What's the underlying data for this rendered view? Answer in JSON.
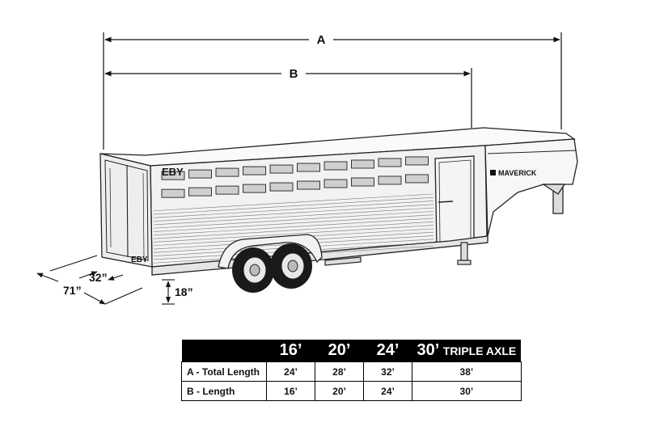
{
  "dimensions": {
    "a_label": "A",
    "b_label": "B",
    "depth_label": "32”",
    "width_label": "71”",
    "height_label": "18”"
  },
  "trailer": {
    "brand_logo": "EBY",
    "model_logo": "MAVERICK"
  },
  "table": {
    "corner": "",
    "columns": [
      {
        "size": "16’",
        "suffix": ""
      },
      {
        "size": "20’",
        "suffix": ""
      },
      {
        "size": "24’",
        "suffix": ""
      },
      {
        "size": "30’",
        "suffix": "TRIPLE AXLE"
      }
    ],
    "rows": [
      {
        "label": "A - Total Length",
        "values": [
          "24’",
          "28’",
          "32’",
          "38’"
        ]
      },
      {
        "label": "B - Length",
        "values": [
          "16’",
          "20’",
          "24’",
          "30’"
        ]
      }
    ]
  }
}
